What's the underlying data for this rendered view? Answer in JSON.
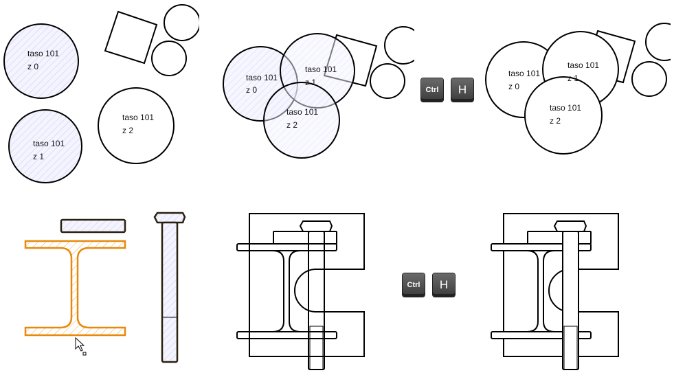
{
  "label_text": "taso 101",
  "levels": {
    "z0": "z 0",
    "z1": "z 1",
    "z2": "z 2"
  },
  "keys": {
    "ctrl": "Ctrl",
    "h": "H"
  },
  "colors": {
    "selected": "#e8890c",
    "hatch": "#c8c8f0",
    "outline": "#000000"
  }
}
